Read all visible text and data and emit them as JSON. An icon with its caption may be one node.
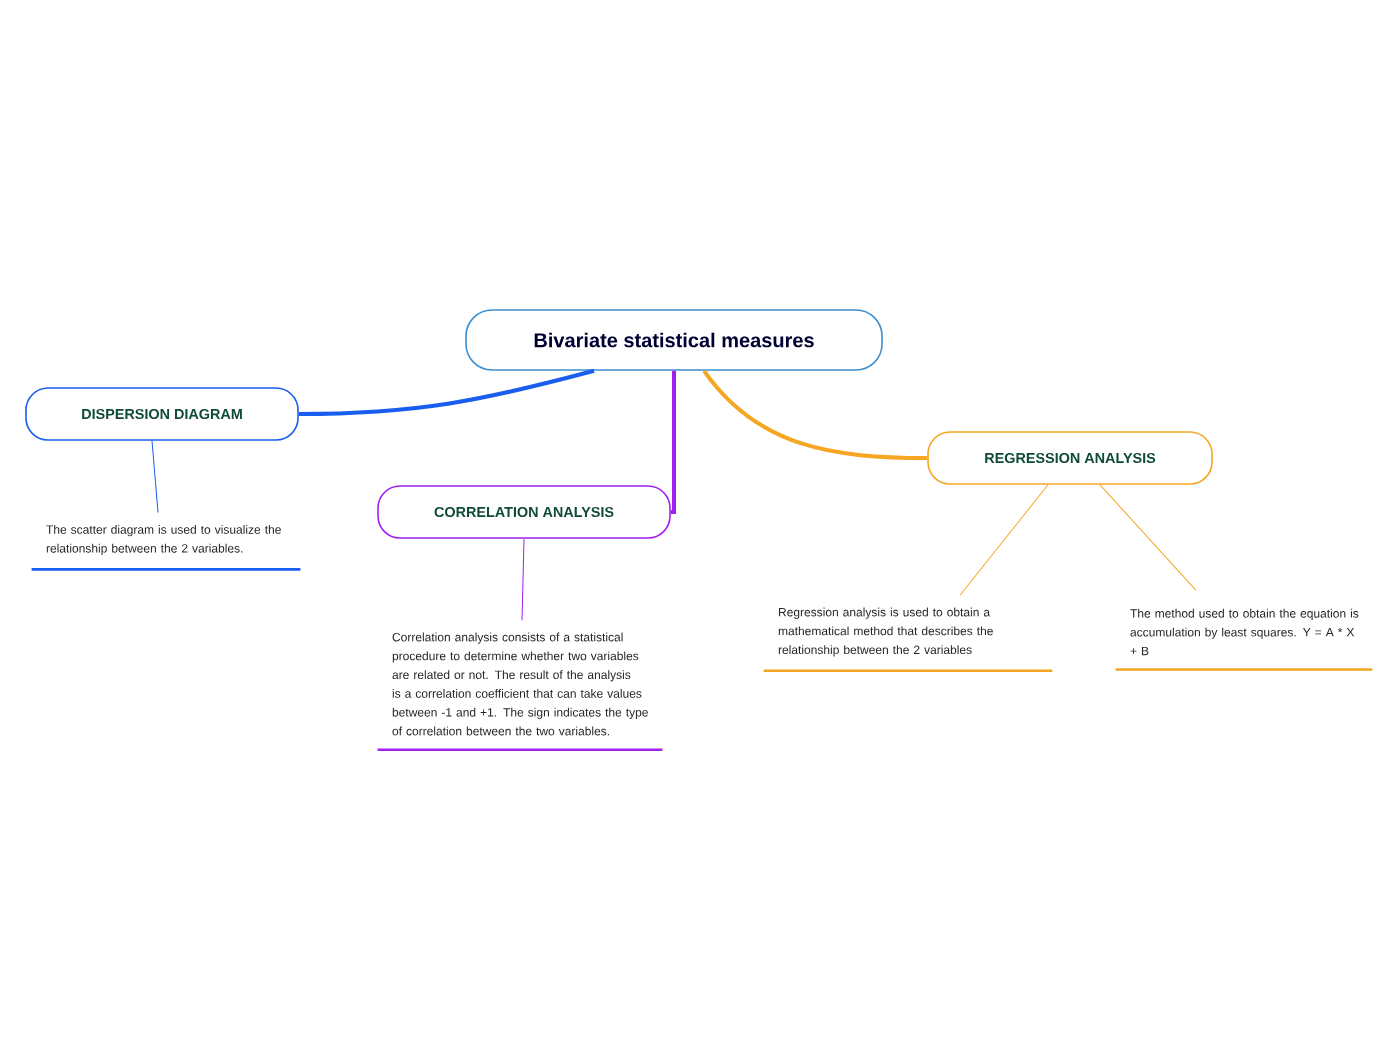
{
  "diagram": {
    "nodes": [
      {
        "text": [
          "Bivariate statistical measures"
        ]
      },
      {
        "text": [
          "DISPERSION DIAGRAM"
        ]
      },
      {
        "text": [
          "CORRELATION ANALYSIS"
        ]
      },
      {
        "text": [
          "REGRESSION ANALYSIS"
        ]
      },
      {
        "text": [
          "The scatter diagram is used to visualize the relationship between the 2 variables."
        ]
      },
      {
        "text": [
          "Correlation analysis consists of a statistical procedure to determine whether two variables are related or not. The result of the analysis is a correlation coefficient that can take values between -1 and +1. The sign indicates the type of correlation between the two variables."
        ]
      },
      {
        "text": [
          "Regression analysis is used to obtain a mathematical method that describes the relationship between the 2 variables"
        ]
      },
      {
        "text": [
          "The method used to obtain the equation is accumulation by least squares. Y = A * X + B"
        ]
      }
    ],
    "edges": [
      {
        "from": 0,
        "to": 1,
        "arrow": "none",
        "style": "thick",
        "color": "#1a5ef0"
      },
      {
        "from": 0,
        "to": 2,
        "arrow": "none",
        "style": "thick",
        "color": "#a020f0"
      },
      {
        "from": 0,
        "to": 3,
        "arrow": "none",
        "style": "thick",
        "color": "#f5a623"
      },
      {
        "from": 1,
        "to": 4,
        "arrow": "none",
        "color": "#1a5ef0"
      },
      {
        "from": 2,
        "to": 5,
        "arrow": "none",
        "color": "#a020f0"
      },
      {
        "from": 3,
        "to": 6,
        "arrow": "none",
        "color": "#f5a623"
      },
      {
        "from": 3,
        "to": 7,
        "arrow": "none",
        "color": "#f5a623"
      }
    ]
  }
}
